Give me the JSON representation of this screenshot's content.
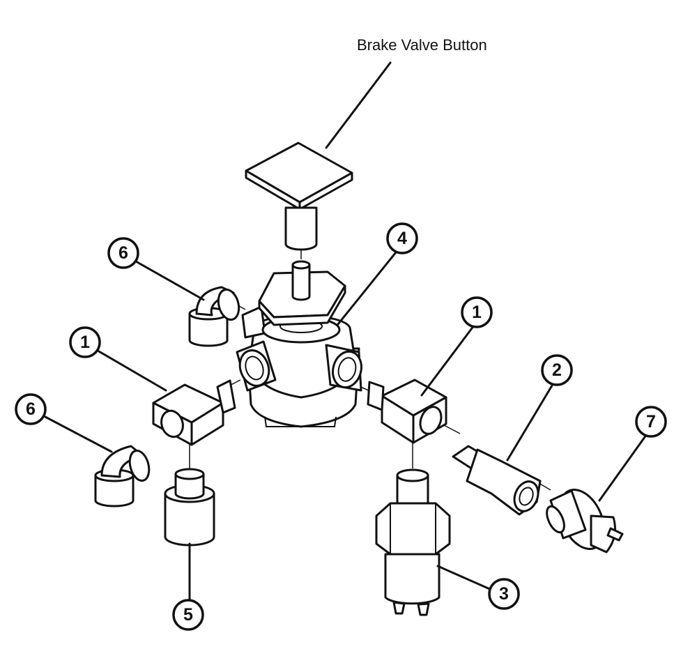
{
  "labels": {
    "brake_valve_button": "Brake Valve Button"
  },
  "callouts": [
    {
      "id": "callout-6-upper",
      "number": "6"
    },
    {
      "id": "callout-4",
      "number": "4"
    },
    {
      "id": "callout-1-left",
      "number": "1"
    },
    {
      "id": "callout-1-right",
      "number": "1"
    },
    {
      "id": "callout-6-lower",
      "number": "6"
    },
    {
      "id": "callout-2",
      "number": "2"
    },
    {
      "id": "callout-7",
      "number": "7"
    },
    {
      "id": "callout-5",
      "number": "5"
    },
    {
      "id": "callout-3",
      "number": "3"
    }
  ]
}
